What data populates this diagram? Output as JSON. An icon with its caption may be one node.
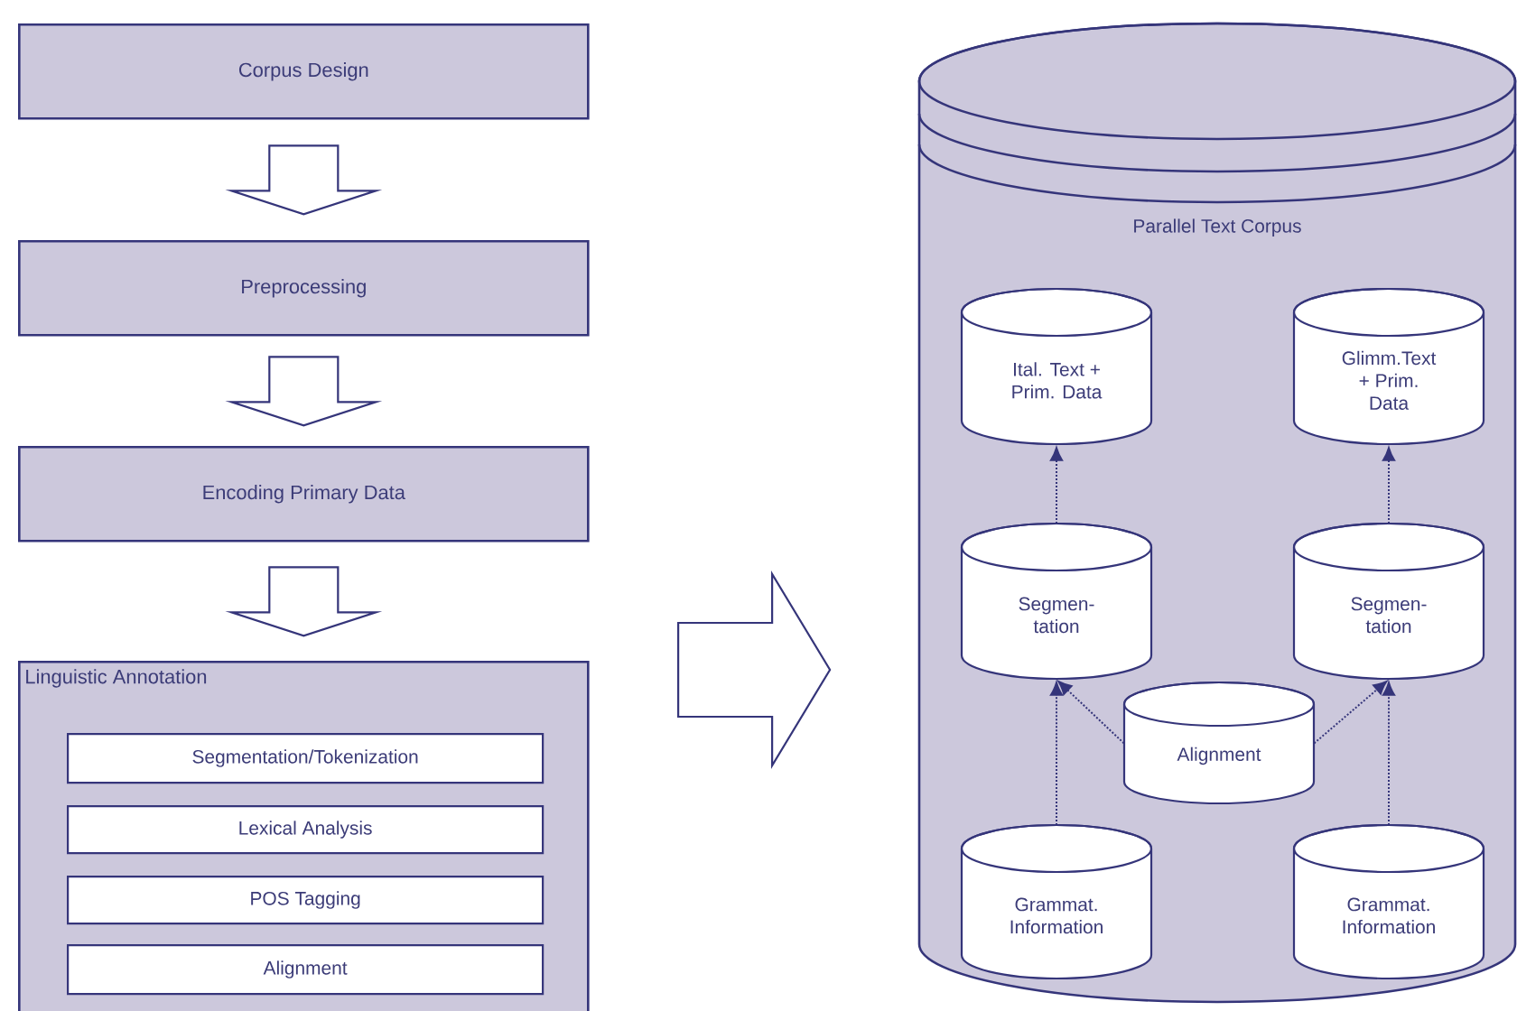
{
  "diagram": {
    "nodes": [
      {
        "text": [
          "Corpus Design"
        ]
      },
      {
        "text": [
          "Preprocessing"
        ]
      },
      {
        "text": [
          "Encoding Primary Data"
        ]
      },
      {
        "text": [
          "Linguistic Annotation"
        ]
      },
      {
        "text": [
          "Segmentation/Tokenization"
        ],
        "in": 3
      },
      {
        "text": [
          "Lexical Analysis"
        ],
        "in": 3
      },
      {
        "text": [
          "POS Tagging"
        ],
        "in": 3
      },
      {
        "text": [
          "Alignment"
        ],
        "in": 3
      },
      {
        "text": [
          "Parallel Text Corpus"
        ]
      },
      {
        "text": [
          "Ital. Text + Prim. Data"
        ],
        "in": 8
      },
      {
        "text": [
          "Glimm.Text + Prim. Data"
        ],
        "in": 8
      },
      {
        "text": [
          "Segmen- tation"
        ],
        "in": 8
      },
      {
        "text": [
          "Segmen- tation"
        ],
        "in": 8
      },
      {
        "text": [
          "Alignment"
        ],
        "in": 8
      },
      {
        "text": [
          "Grammat. Information"
        ],
        "in": 8
      },
      {
        "text": [
          "Grammat. Information"
        ],
        "in": 8
      }
    ],
    "edges": [
      {
        "from": 0,
        "to": 1,
        "arrow": "to"
      },
      {
        "from": 1,
        "to": 2,
        "arrow": "to"
      },
      {
        "from": 2,
        "to": 3,
        "arrow": "to"
      },
      {
        "from": 3,
        "to": 8,
        "arrow": "to"
      },
      {
        "from": 11,
        "to": 9,
        "arrow": "to",
        "style": "dashed"
      },
      {
        "from": 12,
        "to": 10,
        "arrow": "to",
        "style": "dashed"
      },
      {
        "from": 14,
        "to": 11,
        "arrow": "to",
        "style": "dashed"
      },
      {
        "from": 13,
        "to": 11,
        "arrow": "to",
        "style": "dashed"
      },
      {
        "from": 13,
        "to": 12,
        "arrow": "to",
        "style": "dashed"
      },
      {
        "from": 15,
        "to": 12,
        "arrow": "to",
        "style": "dashed"
      }
    ]
  }
}
